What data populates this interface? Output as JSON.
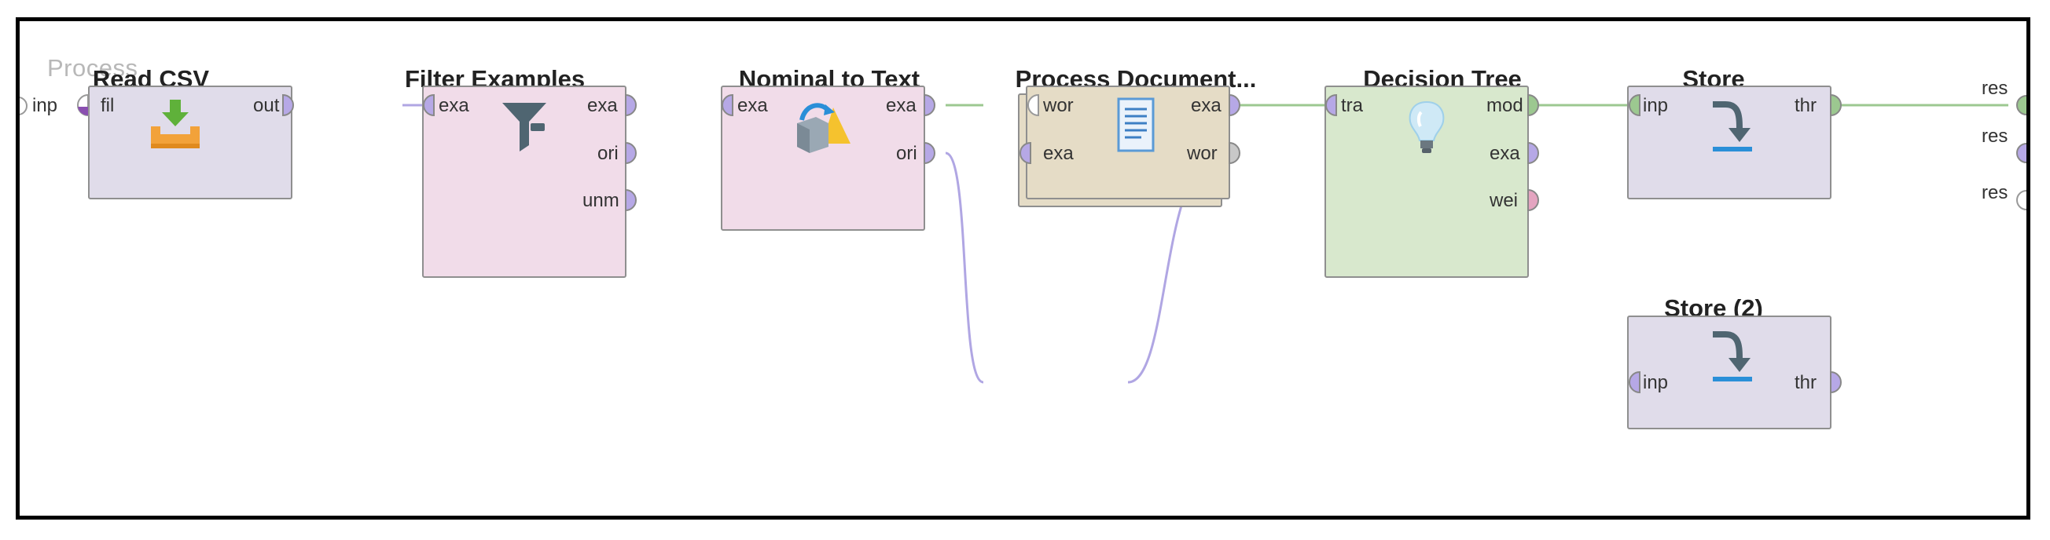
{
  "panel": {
    "title": "Process"
  },
  "process": {
    "input_port": "inp",
    "result_ports": [
      "res",
      "res",
      "res"
    ]
  },
  "operators": {
    "read_csv": {
      "title": "Read CSV",
      "ports_in": [
        "fil"
      ],
      "ports_out": [
        "out"
      ],
      "icon": "download-tray-icon"
    },
    "filter_examples": {
      "title": "Filter Examples",
      "ports_in": [
        "exa"
      ],
      "ports_out": [
        "exa",
        "ori",
        "unm"
      ],
      "icon": "funnel-icon"
    },
    "nominal_to_text": {
      "title": "Nominal to Text",
      "ports_in": [
        "exa"
      ],
      "ports_out": [
        "exa",
        "ori"
      ],
      "icon": "shapes-transform-icon"
    },
    "process_documents": {
      "title": "Process Document...",
      "ports_in": [
        "wor",
        "exa"
      ],
      "ports_out": [
        "exa",
        "wor"
      ],
      "icon": "document-icon"
    },
    "decision_tree": {
      "title": "Decision Tree",
      "ports_in": [
        "tra"
      ],
      "ports_out": [
        "mod",
        "exa",
        "wei"
      ],
      "icon": "lightbulb-icon"
    },
    "store": {
      "title": "Store",
      "ports_in": [
        "inp"
      ],
      "ports_out": [
        "thr"
      ],
      "icon": "store-arrow-icon"
    },
    "store_2": {
      "title": "Store (2)",
      "ports_in": [
        "inp"
      ],
      "ports_out": [
        "thr"
      ],
      "icon": "store-arrow-icon"
    }
  },
  "colors": {
    "example_set_port": "#b6a8e6",
    "model_port": "#9cc890",
    "weights_port": "#e4a4c0",
    "empty_port": "#c8c8c8",
    "example_wire": "#b0a6e3",
    "model_wire": "#9cc890",
    "read_csv_box": "#e0dcea",
    "filter_box": "#f1dce9",
    "process_docs_box": "#e5dcc6",
    "decision_tree_box": "#d8e8cd",
    "store_box": "#e0dcea"
  }
}
